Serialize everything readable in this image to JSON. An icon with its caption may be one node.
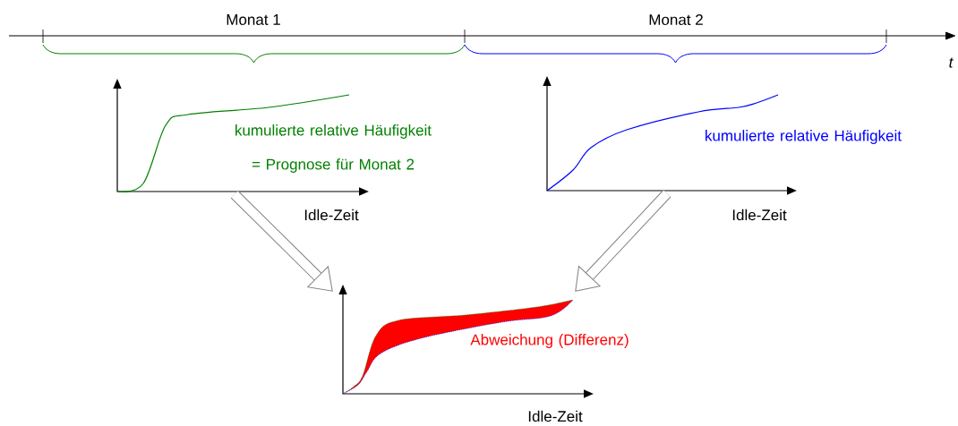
{
  "diagram": {
    "nodes": [
      {
        "text": [
          "kumulierte relative Häufigkeit = Prognose für Monat 2"
        ],
        "beside": [
          "Idle-Zeit"
        ]
      },
      {
        "text": [
          "kumulierte relative Häufigkeit"
        ],
        "beside": [
          "Idle-Zeit"
        ]
      },
      {
        "text": [
          "Abweichung (Differenz)"
        ],
        "beside": [
          "Idle-Zeit"
        ]
      }
    ],
    "edges": [
      {
        "from": 0,
        "to": 2,
        "arrow": "to"
      },
      {
        "from": 1,
        "to": 2,
        "arrow": "to"
      }
    ],
    "labels": [
      "Monat 1",
      "Monat 2",
      "t"
    ]
  }
}
